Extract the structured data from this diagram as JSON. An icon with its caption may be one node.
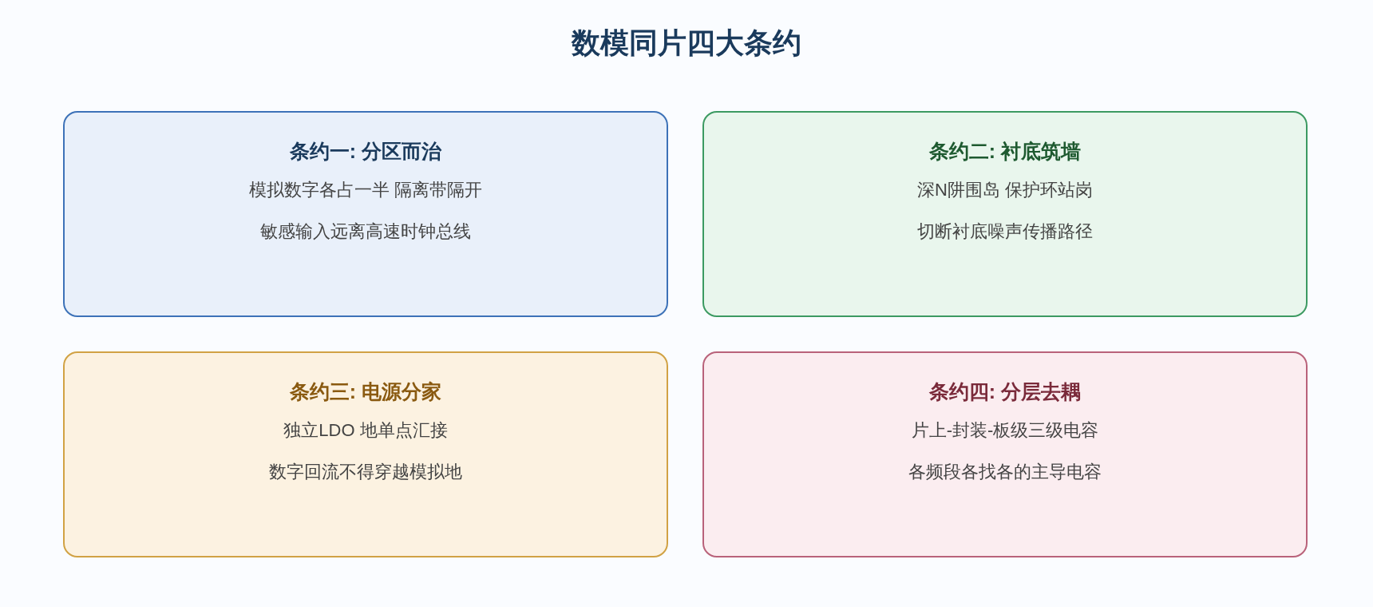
{
  "diagram": {
    "title": "数模同片四大条约",
    "nodes": [
      {
        "text": [
          "条约一: 分区而治",
          "模拟数字各占一半 隔离带隔开",
          "敏感输入远离高速时钟总线"
        ]
      },
      {
        "text": [
          "条约二: 衬底筑墙",
          "深N阱围岛 保护环站岗",
          "切断衬底噪声传播路径"
        ]
      },
      {
        "text": [
          "条约三: 电源分家",
          "独立LDO 地单点汇接",
          "数字回流不得穿越模拟地"
        ]
      },
      {
        "text": [
          "条约四: 分层去耦",
          "片上-封装-板级三级电容",
          "各频段各找各的主导电容"
        ]
      }
    ]
  }
}
